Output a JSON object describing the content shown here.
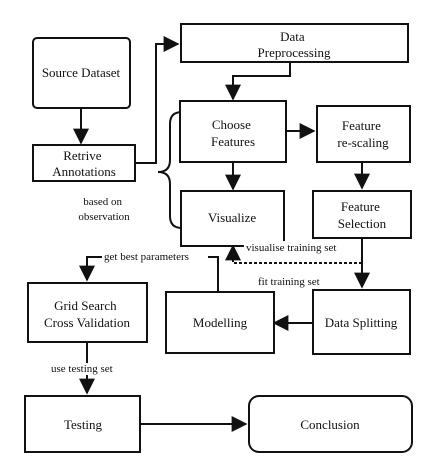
{
  "nodes": {
    "source_dataset": [
      "Source Dataset"
    ],
    "retrive_annotations": [
      "Retrive",
      "Annotations"
    ],
    "data_preprocessing": [
      "Data",
      "Preprocessing"
    ],
    "choose_features": [
      "Choose",
      "Features"
    ],
    "feature_rescaling": [
      "Feature",
      "re-scaling"
    ],
    "visualize": [
      "Visualize"
    ],
    "feature_selection": [
      "Feature",
      "Selection"
    ],
    "grid_search": [
      "Grid Search",
      "Cross Validation"
    ],
    "modelling": [
      "Modelling"
    ],
    "data_splitting": [
      "Data Splitting"
    ],
    "testing": [
      "Testing"
    ],
    "conclusion": [
      "Conclusion"
    ]
  },
  "labels": {
    "based_on_observation": [
      "based on",
      "observation"
    ],
    "get_best_parameters": "get best parameters",
    "visualise_training_set": "visualise training set",
    "fit_training_set": "fit training set",
    "use_testing_set": "use testing set"
  }
}
